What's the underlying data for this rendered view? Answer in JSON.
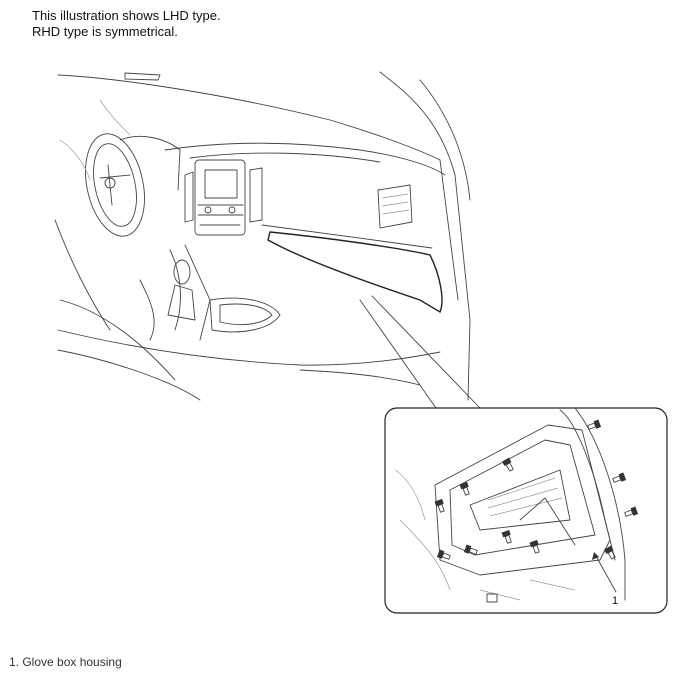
{
  "note": {
    "line1": "This illustration shows LHD type.",
    "line2": "RHD type is symmetrical."
  },
  "callouts": {
    "label1": "1"
  },
  "caption": "1. Glove box housing",
  "icons": [
    "dashboard-illustration",
    "glove-box-detail-inset",
    "screw-icon"
  ]
}
